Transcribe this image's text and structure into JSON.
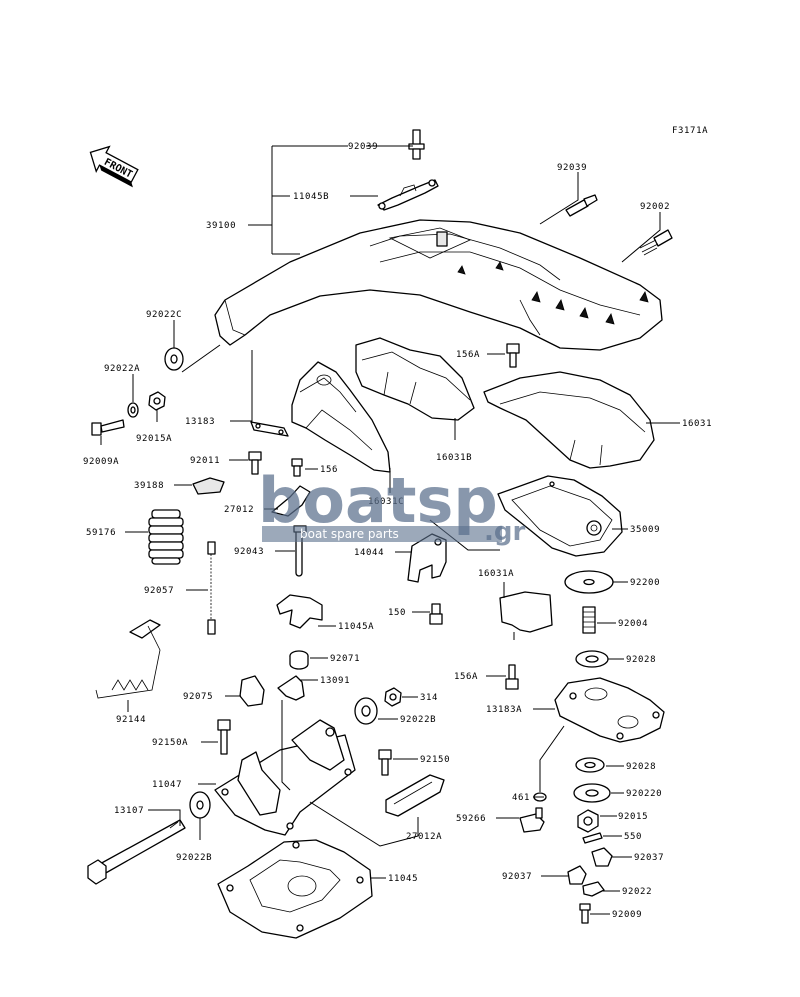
{
  "diagram_id": "F3171A",
  "front_label": "FRONT",
  "watermark": {
    "brand": "boatsp",
    "brand_suffix": ".gr",
    "tagline": "boat spare parts"
  },
  "labels": {
    "l_92039_top": "92039",
    "l_11045B": "11045B",
    "l_39100": "39100",
    "l_92039_right": "92039",
    "l_92002": "92002",
    "l_92022C": "92022C",
    "l_92022A": "92022A",
    "l_92009A": "92009A",
    "l_92015A": "92015A",
    "l_13183": "13183",
    "l_156A_top": "156A",
    "l_16031": "16031",
    "l_16031B": "16031B",
    "l_92011": "92011",
    "l_156": "156",
    "l_39188": "39188",
    "l_27012": "27012",
    "l_16031C": "16031C",
    "l_59176": "59176",
    "l_35009": "35009",
    "l_92043": "92043",
    "l_14044": "14044",
    "l_92057": "92057",
    "l_16031A": "16031A",
    "l_92200": "92200",
    "l_11045A": "11045A",
    "l_150": "150",
    "l_92004": "92004",
    "l_92071": "92071",
    "l_92028_top": "92028",
    "l_156A_bottom": "156A",
    "l_92075": "92075",
    "l_13091": "13091",
    "l_314": "314",
    "l_13183A": "13183A",
    "l_92144": "92144",
    "l_92022B": "92022B",
    "l_92150A": "92150A",
    "l_92150": "92150",
    "l_92028_mid": "92028",
    "l_11047": "11047",
    "l_461": "461",
    "l_92022O": "920220",
    "l_13107": "13107",
    "l_59266": "59266",
    "l_92015": "92015",
    "l_27012A": "27012A",
    "l_550": "550",
    "l_92022B_bottom": "92022B",
    "l_92037_right": "92037",
    "l_11045": "11045",
    "l_92037_left": "92037",
    "l_92022": "92022",
    "l_92009": "92009"
  }
}
